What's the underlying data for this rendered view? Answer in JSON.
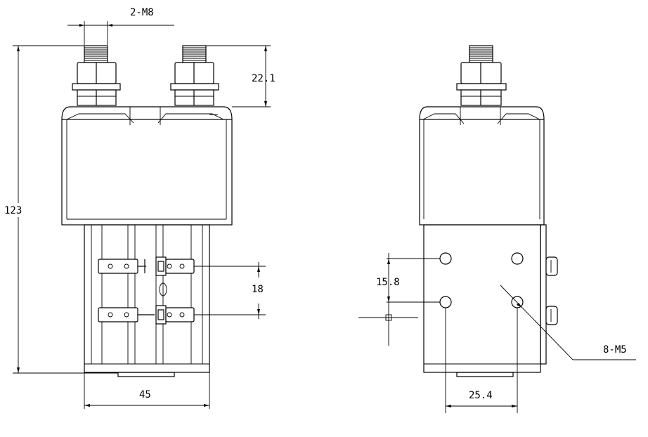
{
  "dimensions": {
    "thread_spec": "2-M8",
    "terminal_height": "22.1",
    "overall_height": "123",
    "body_width": "45",
    "aux_terminal_spacing": "18",
    "mount_vertical_spacing": "15.8",
    "mount_horizontal_spacing": "25.4",
    "mount_hole_spec": "8-M5"
  },
  "colors": {
    "line": "#000000",
    "background": "#ffffff"
  }
}
